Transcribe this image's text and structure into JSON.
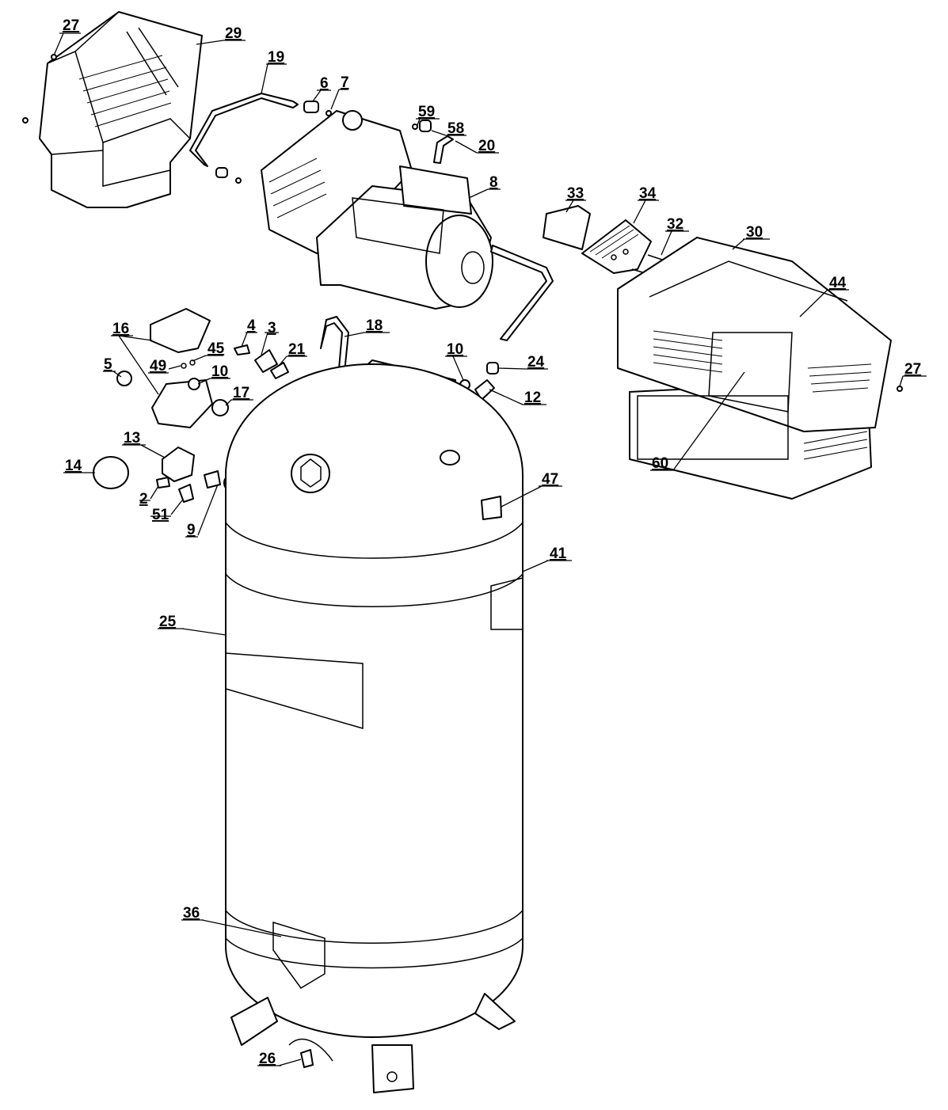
{
  "diagram": {
    "type": "exploded-parts-diagram",
    "callouts": [
      "27",
      "29",
      "19",
      "6",
      "7",
      "59",
      "58",
      "20",
      "8",
      "33",
      "34",
      "32",
      "30",
      "44",
      "16",
      "4",
      "3",
      "45",
      "18",
      "21",
      "5",
      "49",
      "10",
      "17",
      "10",
      "24",
      "27",
      "12",
      "13",
      "14",
      "2",
      "51",
      "9",
      "47",
      "41",
      "25",
      "60",
      "36",
      "26"
    ]
  },
  "colors": {
    "line": "#000000",
    "background": "#ffffff"
  }
}
